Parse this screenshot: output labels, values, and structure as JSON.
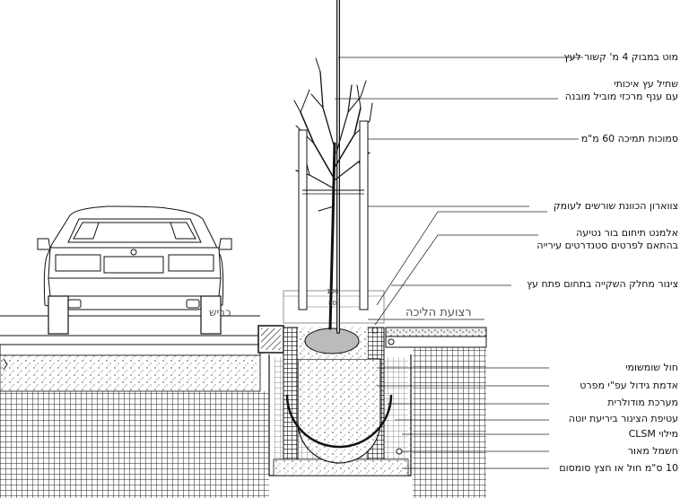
{
  "ground_labels": {
    "road": "כביש",
    "sidewalk": "רצועת הליכה"
  },
  "dimensions": {
    "outer": "100",
    "inner": "80"
  },
  "callouts": [
    {
      "id": "stake",
      "text": "מוט במבוק 4 מ' קשור לעץ"
    },
    {
      "id": "tree-1",
      "text": "שתיל עץ איכותי"
    },
    {
      "id": "tree-2",
      "text": "עם ענף מרכזי מוביל מובנה"
    },
    {
      "id": "support",
      "text": "סמוכות תמיכה 60 מ\"מ"
    },
    {
      "id": "root-barrier",
      "text": "צווארון הכוונת שורשים לעומק"
    },
    {
      "id": "frame-1",
      "text": "אלמנט תיחום בור נטיעה"
    },
    {
      "id": "frame-2",
      "text": "בהתאם לפרטים סטנדרטים עירייה"
    },
    {
      "id": "irrigation",
      "text": "צינור מחלק השקייה בתחום פתח עץ"
    },
    {
      "id": "sand",
      "text": "חול שומשומי"
    },
    {
      "id": "soil",
      "text": "אדמת גידול עפ\"י מפרט"
    },
    {
      "id": "modular",
      "text": "מערכת מודולרית"
    },
    {
      "id": "wrap",
      "text": "עטיפת הצינור ביריעת יוטה"
    },
    {
      "id": "clsm",
      "text": "מילוי CLSM"
    },
    {
      "id": "electric",
      "text": "חשמל מאור"
    },
    {
      "id": "gravel",
      "text": "10 ס\"מ חול או חצץ סומסום"
    }
  ],
  "colors": {
    "line": "#111111",
    "hatch": "#222222",
    "light_line": "#888888"
  }
}
